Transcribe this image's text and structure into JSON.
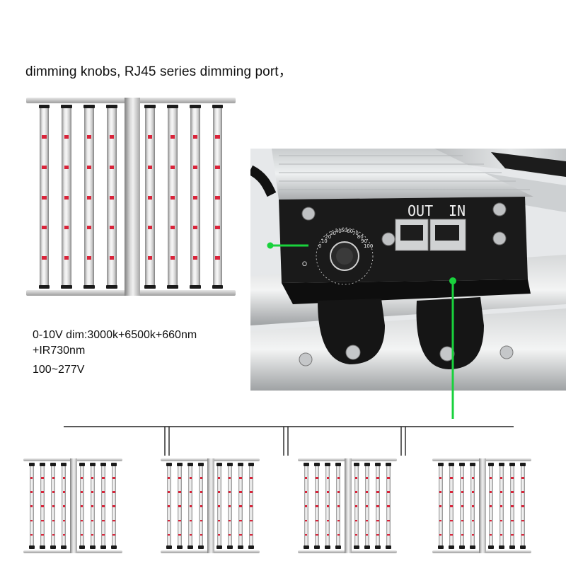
{
  "headline": "dimming knobs, RJ45 series dimming port，",
  "specs": {
    "line1": "0-10V dim:3000k+6500k+660nm",
    "line2": "+IR730nm",
    "line3": "100~277V"
  },
  "closeup": {
    "port_out": "OUT",
    "port_in": "IN",
    "dial_ticks": [
      "0",
      "10",
      "20",
      "30",
      "40",
      "50",
      "60",
      "70",
      "80",
      "90",
      "100"
    ],
    "dial_end_label": "O"
  },
  "colors": {
    "green_marker": "#19d23c",
    "led_red": "#d9243a",
    "panel_black": "#1a1a1a"
  },
  "fixtures_in_chain": 4
}
